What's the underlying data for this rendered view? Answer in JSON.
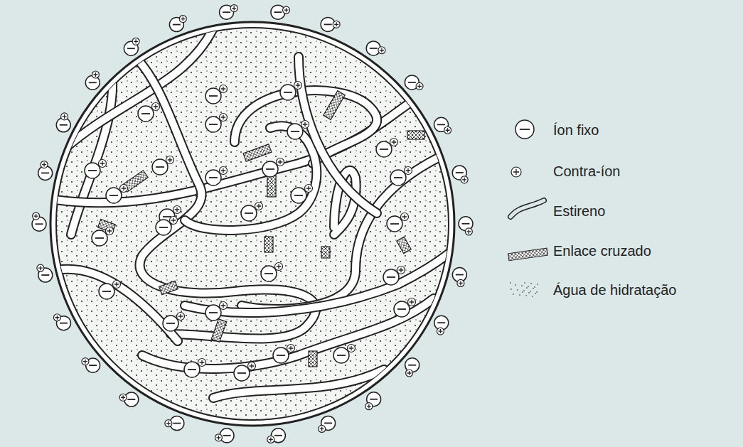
{
  "diagram": {
    "legend": [
      {
        "text": "Íon fixo"
      },
      {
        "text": "Contra-íon"
      },
      {
        "text": "Estireno"
      },
      {
        "text": "Enlace cruzado"
      },
      {
        "text": "Água de hidratação"
      }
    ]
  }
}
